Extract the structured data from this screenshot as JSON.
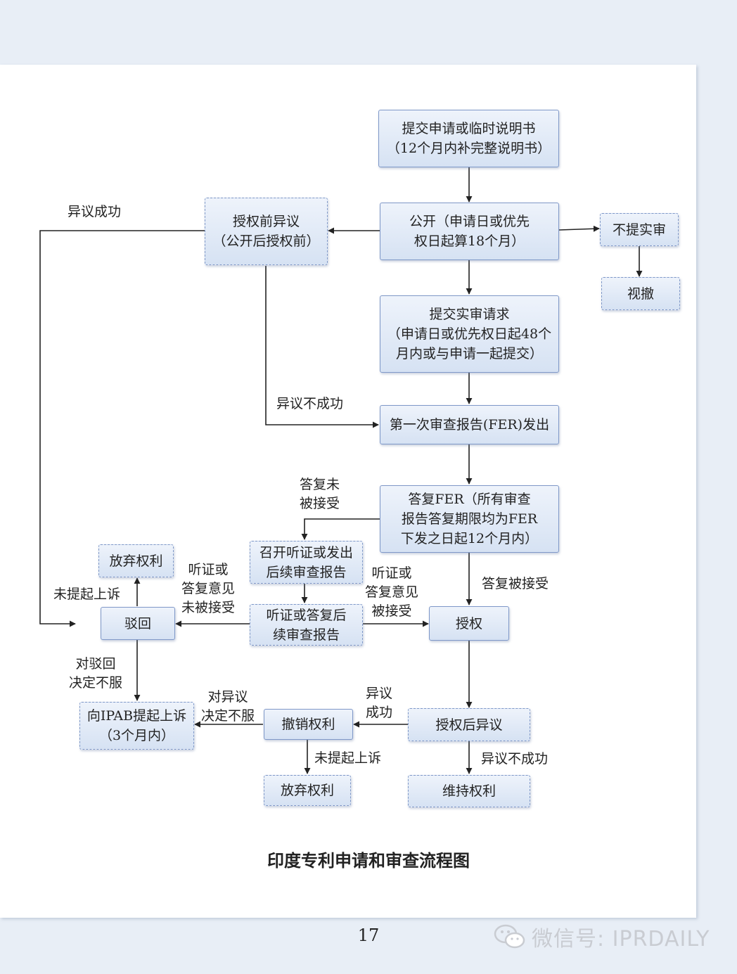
{
  "nodes": {
    "submit": "提交申请或临时说明书\n（12个月内补完整说明书）",
    "publish": "公开（申请日或优先\n权日起算18个月）",
    "pre_grant_opp": "授权前异议\n（公开后授权前）",
    "no_exam": "不提实审",
    "withdrawn": "视撤",
    "exam_request": "提交实审请求\n（申请日或优先权日起48个\n月内或与申请一起提交）",
    "fer": "第一次审查报告(FER)发出",
    "reply_fer": "答复FER（所有审查\n报告答复期限均为FER\n下发之日起12个月内）",
    "hearing": "召开听证或发出\n后续审查报告",
    "hearing_reply": "听证或答复后\n续审查报告",
    "abandon_left": "放弃权利",
    "reject": "驳回",
    "grant": "授权",
    "ipab_appeal": "向IPAB提起上诉\n（3个月内）",
    "revoke": "撤销权利",
    "post_grant_opp": "授权后异议",
    "abandon_bottom": "放弃权利",
    "maintain": "维持权利"
  },
  "labels": {
    "opp_success_top": "异议成功",
    "opp_fail_top": "异议不成功",
    "reply_not_accepted": "答复未\n被接受",
    "hearing_not_accepted": "听证或\n答复意见\n未被接受",
    "hearing_accepted": "听证或\n答复意见\n被接受",
    "reply_accepted": "答复被接受",
    "no_appeal_left": "未提起上诉",
    "appeal_reject": "对驳回\n决定不服",
    "appeal_opp": "对异议\n决定不服",
    "opp_success_bottom": "异议\n成功",
    "no_appeal_bottom": "未提起上诉",
    "opp_fail_bottom": "异议不成功"
  },
  "caption": "印度专利申请和审查流程图",
  "page_number": "17",
  "watermark": "微信号: IPRDAILY",
  "colors": {
    "box_border": "#7f98c8",
    "box_fill_top": "#eef3fb",
    "box_fill_bottom": "#d6e2f3",
    "line": "#222222",
    "background": "#e8eef6"
  }
}
